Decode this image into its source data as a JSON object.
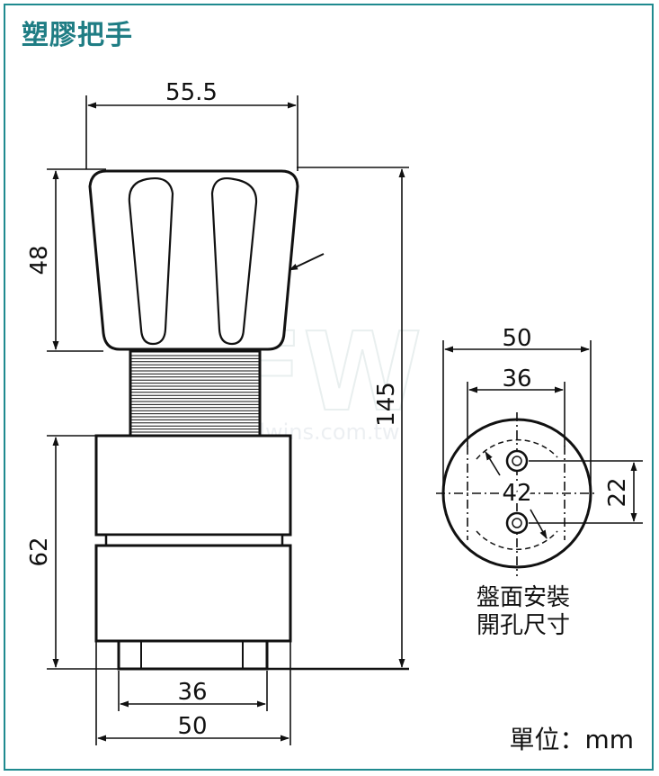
{
  "title": "塑膠把手",
  "unit_label": "單位：mm",
  "colors": {
    "frame": "#1f8a8f",
    "title": "#1f7d84",
    "drawing": "#111111"
  },
  "dimensions": {
    "knob_width": "55.5",
    "knob_height": "48",
    "total_height": "145",
    "body_height": "62",
    "base_inner_width": "36",
    "base_width": "50"
  },
  "panel_cutout": {
    "outer_diameter": "50",
    "hole_spacing_width": "36",
    "hole_spacing_height": "22",
    "pcd": "42",
    "label_line1": "盤面安裝",
    "label_line2": "開孔尺寸"
  },
  "watermark": {
    "logo": "FW",
    "site": "fullwins.com.tw"
  }
}
